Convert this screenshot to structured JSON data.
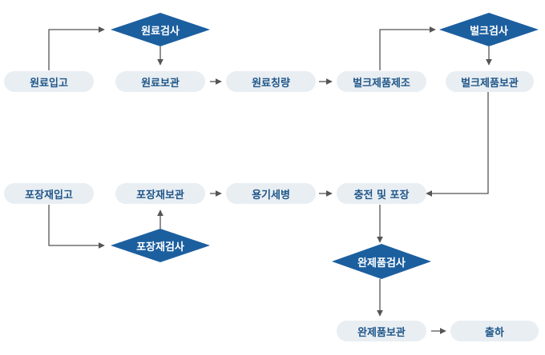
{
  "nodes": {
    "raw_receiving": "원료입고",
    "raw_inspection": "원료검사",
    "raw_storage": "원료보관",
    "raw_weighing": "원료칭량",
    "bulk_manufacturing": "벌크제품제조",
    "bulk_inspection": "벌크검사",
    "bulk_storage": "벌크제품보관",
    "packaging_receiving": "포장재입고",
    "packaging_storage": "포장재보관",
    "container_washing": "용기세병",
    "filling_packing": "충전 및 포장",
    "packaging_inspection": "포장재검사",
    "finished_inspection": "완제품검사",
    "finished_storage": "완제품보관",
    "shipment": "출하"
  },
  "colors": {
    "pill_fill": "#e9eef3",
    "pill_text": "#1f5688",
    "diamond_fill": "#1c5f9f",
    "diamond_text": "#ffffff",
    "arrow": "#555555"
  }
}
